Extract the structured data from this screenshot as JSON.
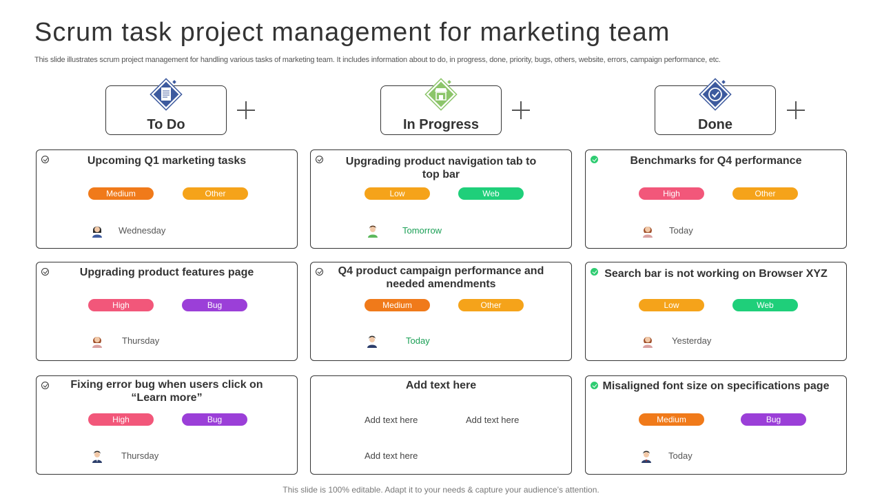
{
  "page": {
    "title": "Scrum task project management for marketing team",
    "subtitle": "This slide illustrates scrum project management for handling various tasks of marketing team. It includes information about to do, in progress, done, priority, bugs, others, website, errors, campaign performance, etc.",
    "footer": "This slide is 100% editable. Adapt it to your needs & capture your audience’s attention."
  },
  "columns": [
    {
      "label": "To Do",
      "icon": "notepad-icon",
      "color": "#3d5a9e"
    },
    {
      "label": "In Progress",
      "icon": "storefront-icon",
      "color": "#8cc56a"
    },
    {
      "label": "Done",
      "icon": "checkmark-badge-icon",
      "color": "#3d5a9e"
    }
  ],
  "tag_colors": {
    "Medium": "#f07a1a",
    "Other": "#f5a31a",
    "Low": "#f5a31a",
    "Web": "#1fcf7a",
    "High": "#f2577a",
    "Bug": "#9b3fd8"
  },
  "cards": {
    "todo_1": {
      "title": "Upcoming Q1 marketing tasks",
      "tags": [
        "Medium",
        "Other"
      ],
      "day": "Wednesday",
      "status": "open"
    },
    "todo_2": {
      "title": "Upgrading product features page",
      "tags": [
        "High",
        "Bug"
      ],
      "day": "Thursday",
      "status": "open"
    },
    "todo_3": {
      "title_line1": "Fixing error bug when users click on",
      "title_line2": "“Learn more”",
      "tags": [
        "High",
        "Bug"
      ],
      "day": "Thursday",
      "status": "open"
    },
    "prog_1": {
      "title_line1": "Upgrading product navigation tab to",
      "title_line2": "top bar",
      "tags": [
        "Low",
        "Web"
      ],
      "day": "Tomorrow",
      "status": "open"
    },
    "prog_2": {
      "title_line1": "Q4 product campaign performance and",
      "title_line2": "needed amendments",
      "tags": [
        "Medium",
        "Other"
      ],
      "day": "Today",
      "status": "open"
    },
    "prog_3": {
      "title": "Add text here",
      "placeholders": [
        "Add text here",
        "Add text here",
        "Add text here"
      ]
    },
    "done_1": {
      "title": "Benchmarks for Q4 performance",
      "tags": [
        "High",
        "Other"
      ],
      "day": "Today",
      "status": "done"
    },
    "done_2": {
      "title": "Search bar is not working on Browser XYZ",
      "tags": [
        "Low",
        "Web"
      ],
      "day": "Yesterday",
      "status": "done"
    },
    "done_3": {
      "title": "Misaligned font size on specifications page",
      "tags": [
        "Medium",
        "Bug"
      ],
      "day": "Today",
      "status": "done"
    }
  }
}
